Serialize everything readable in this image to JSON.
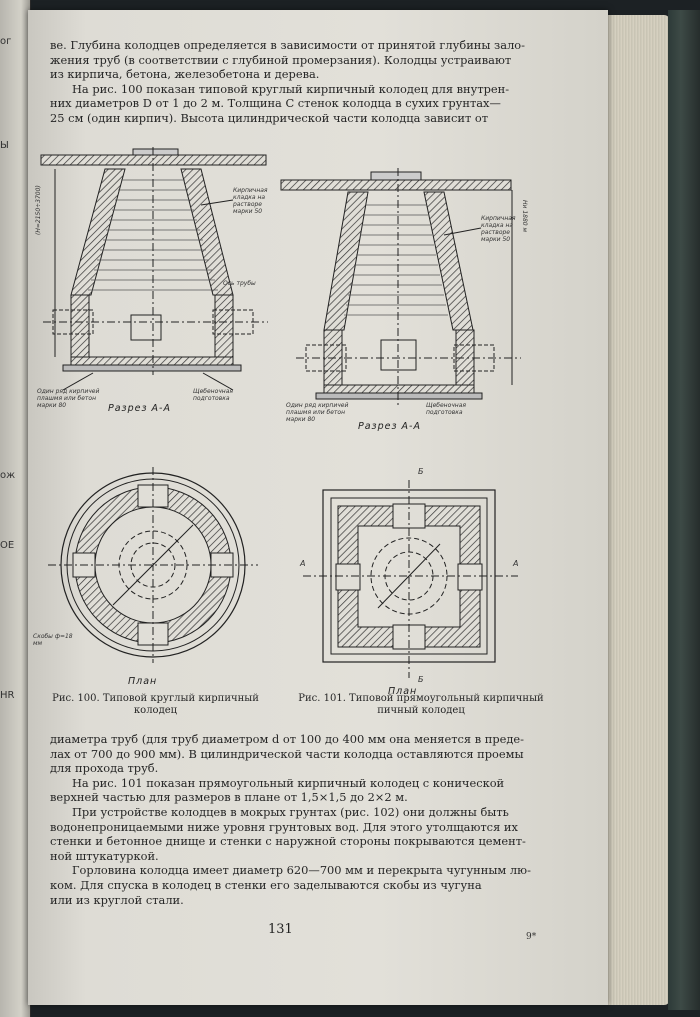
{
  "left_page_fragments": [
    "ог",
    "Ы",
    "ож",
    "OE",
    "HR"
  ],
  "intro_lines": [
    "ве. Глубина колодцев определяется в зависимости от принятой глубины зало-",
    "жения труб (в соответствии с глубиной промерзания). Колодцы устраивают",
    "из кирпича, бетона, железобетона и дерева.",
    "На рис. 100 показан типовой круглый кирпичный колодец для внутрен-",
    "них диаметров D от 1 до 2 м. Толщина C стенок колодца в сухих грунтах—",
    "25 см (один кирпич). Высота цилиндрической части колодца зависит от"
  ],
  "figure_100": {
    "section_label": "Разрез А-А",
    "plan_label": "План",
    "caption_line1": "Рис. 100. Типовой круглый кирпичный",
    "caption_line2": "колодец",
    "annotations": {
      "hatch_note": "Кирпичная кладка на растворе марки 50",
      "pipe_note": "Ось трубы",
      "base_note": "Один ряд кирпичей плашмя или бетон марки 80",
      "gravel_note": "Щебеночная подготовка",
      "dim_vertical": "(Н=2150÷3700)",
      "brackets": "Скобы ф=18 мм"
    }
  },
  "figure_101": {
    "section_label": "Разрез А-А",
    "plan_label": "План",
    "caption_line1": "Рис. 101. Типовой прямоугольный кирпичный",
    "caption_line2": "пичный колодец",
    "annotations": {
      "hatch_note": "Кирпичная кладка на растворе марки 50",
      "base_note": "Один ряд кирпичей плашмя или бетон марки 80",
      "gravel_note": "Щебеночная подготовка",
      "dim_vertical": "Ни 1880 м",
      "plan_marks": [
        "Б",
        "Б",
        "А",
        "А"
      ]
    }
  },
  "body_lines": [
    "диаметра труб (для труб диаметром d от 100 до 400 мм она меняется в преде-",
    "лах от 700 до 900 мм). В цилиндрической части колодца оставляются проемы",
    "для прохода труб.",
    "На рис. 101 показан прямоугольный кирпичный колодец с конической",
    "верхней частью для размеров в плане от 1,5×1,5 до 2×2 м.",
    "При устройстве колодцев в мокрых грунтах (рис. 102) они должны быть",
    "водонепроницаемыми ниже уровня грунтовых вод. Для этого утолщаются их",
    "стенки и бетонное днище и стенки с наружной стороны покрываются цемент-",
    "ной штукатуркой.",
    "Горловина колодца имеет диаметр 620—700 мм и перекрыта чугунным лю-",
    "ком. Для спуска в колодец в стенки его заделываются скобы из чугуна",
    "или из круглой стали."
  ],
  "page_number": "131",
  "signature_mark": "9*"
}
